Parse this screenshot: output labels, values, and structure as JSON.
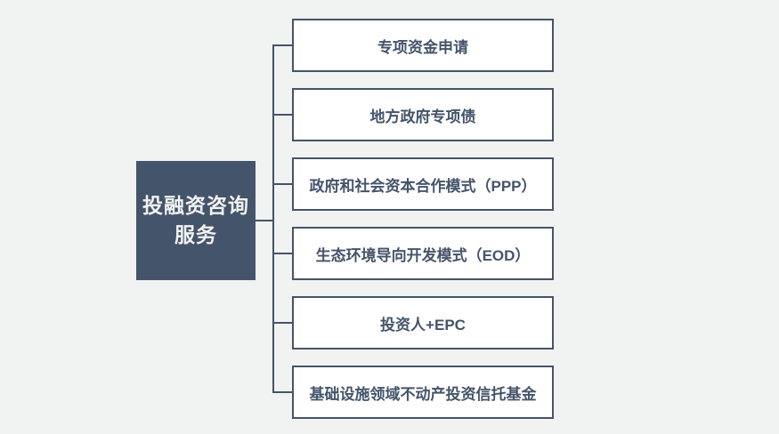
{
  "diagram": {
    "root": {
      "label": "投融资咨询服务",
      "lines": [
        "投融资咨询",
        "服务"
      ]
    },
    "branches": [
      {
        "label": "专项资金申请"
      },
      {
        "label": "地方政府专项债"
      },
      {
        "label": "政府和社会资本合作模式（PPP）"
      },
      {
        "label": "生态环境导向开发模式（EOD）"
      },
      {
        "label": "投资人+EPC"
      },
      {
        "label": "基础设施领域不动产投资信托基金"
      }
    ]
  },
  "colors": {
    "background": "#f1f2f2",
    "root_fill": "#44546a",
    "root_text": "#f2f2f2",
    "box_fill": "#ffffff",
    "box_border": "#44546a",
    "box_text": "#44546a",
    "connector": "#44546a"
  }
}
